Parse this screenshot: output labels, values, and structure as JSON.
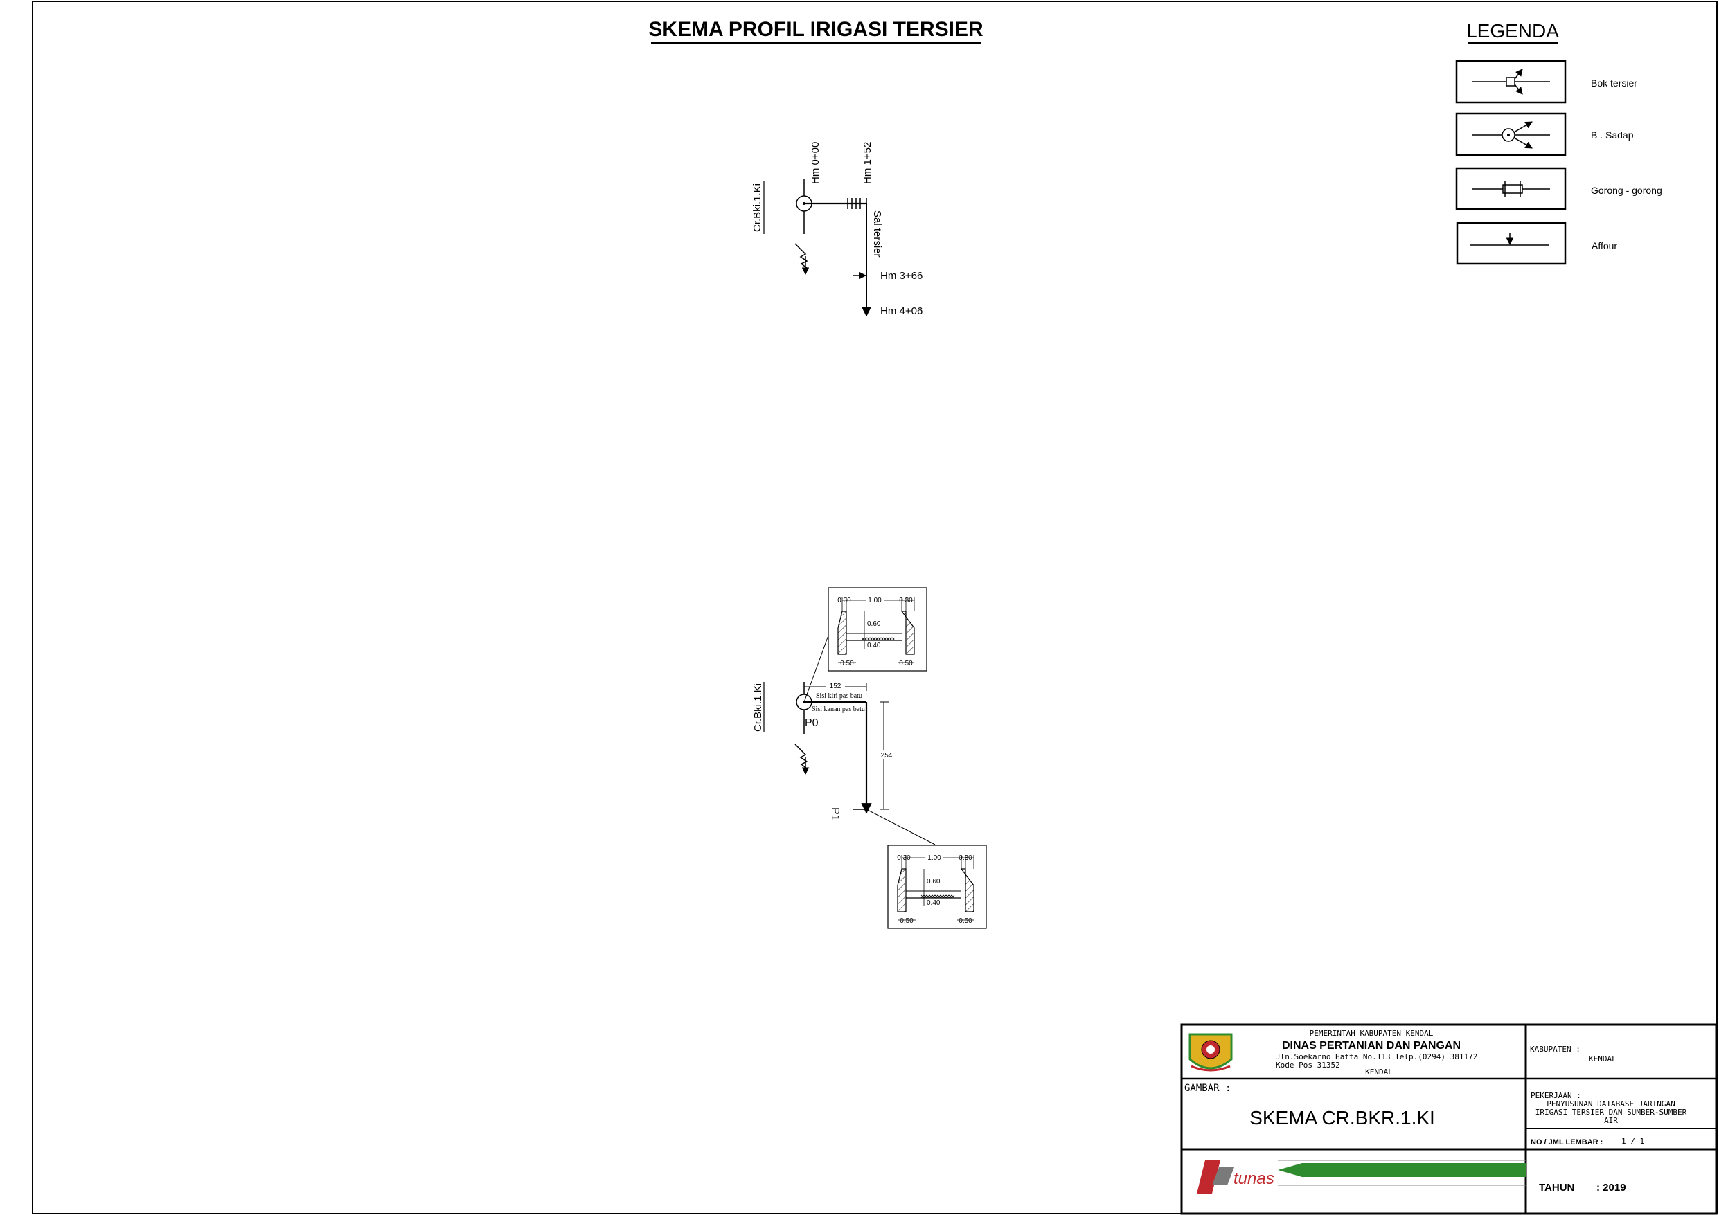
{
  "title": "SKEMA PROFIL IRIGASI TERSIER",
  "legend": {
    "heading": "LEGENDA",
    "items": [
      {
        "label": "Bok tersier",
        "icon": "bok-tersier-symbol"
      },
      {
        "label": "B . Sadap",
        "icon": "bangunan-sadap-symbol"
      },
      {
        "label": "Gorong - gorong",
        "icon": "culvert-symbol"
      },
      {
        "label": "Affour",
        "icon": "affour-symbol"
      }
    ]
  },
  "schema_top": {
    "source_label": "Cr.Bki.1.Ki",
    "station_start": "Hm 0+00",
    "station_culvert": "Hm 1+52",
    "channel_label": "Sal tersier",
    "station_affour": "Hm 3+66",
    "station_end": "Hm 4+06"
  },
  "schema_bottom": {
    "source_label": "Cr.Bki.1.Ki",
    "point_start": "P0",
    "point_end": "P1",
    "segment_top_length": "152",
    "segment_side_length": "254",
    "note_left": "Sisi kiri pas batu",
    "note_right": "Sisi kanan pas batu",
    "cross_section": {
      "top_wall": "0.30",
      "top_width": "1.00",
      "top_wall_right": "0.30",
      "depth": "0.60",
      "water_depth": "0.40",
      "base_left": "0.50",
      "base_right": "0.50"
    }
  },
  "title_block": {
    "gov": "PEMERINTAH KABUPATEN KENDAL",
    "dept": "DINAS PERTANIAN DAN PANGAN",
    "address": "Jln.Soekarno Hatta No.113 Telp.(0294) 381172",
    "postcode": "Kode Pos 31352",
    "city": "KENDAL",
    "kabupaten_label": "KABUPATEN :",
    "kabupaten_value": "KENDAL",
    "gambar_label": "GAMBAR :",
    "gambar_value": "SKEMA CR.BKR.1.KI",
    "pekerjaan_label": "PEKERJAAN :",
    "pekerjaan_line1": "PENYUSUNAN DATABASE JARINGAN",
    "pekerjaan_line2": "IRIGASI TERSIER DAN SUMBER-SUMBER",
    "pekerjaan_line3": "AIR",
    "lembar_label": "NO / JML LEMBAR :",
    "lembar_value": "1 / 1",
    "tahun_label": "TAHUN",
    "tahun_value": ": 2019",
    "company_logo": "tunas"
  },
  "colors": {
    "ink": "#000000",
    "accent_green": "#2e8b2e",
    "logo_red": "#c0282d",
    "logo_yellow": "#e0b020"
  }
}
